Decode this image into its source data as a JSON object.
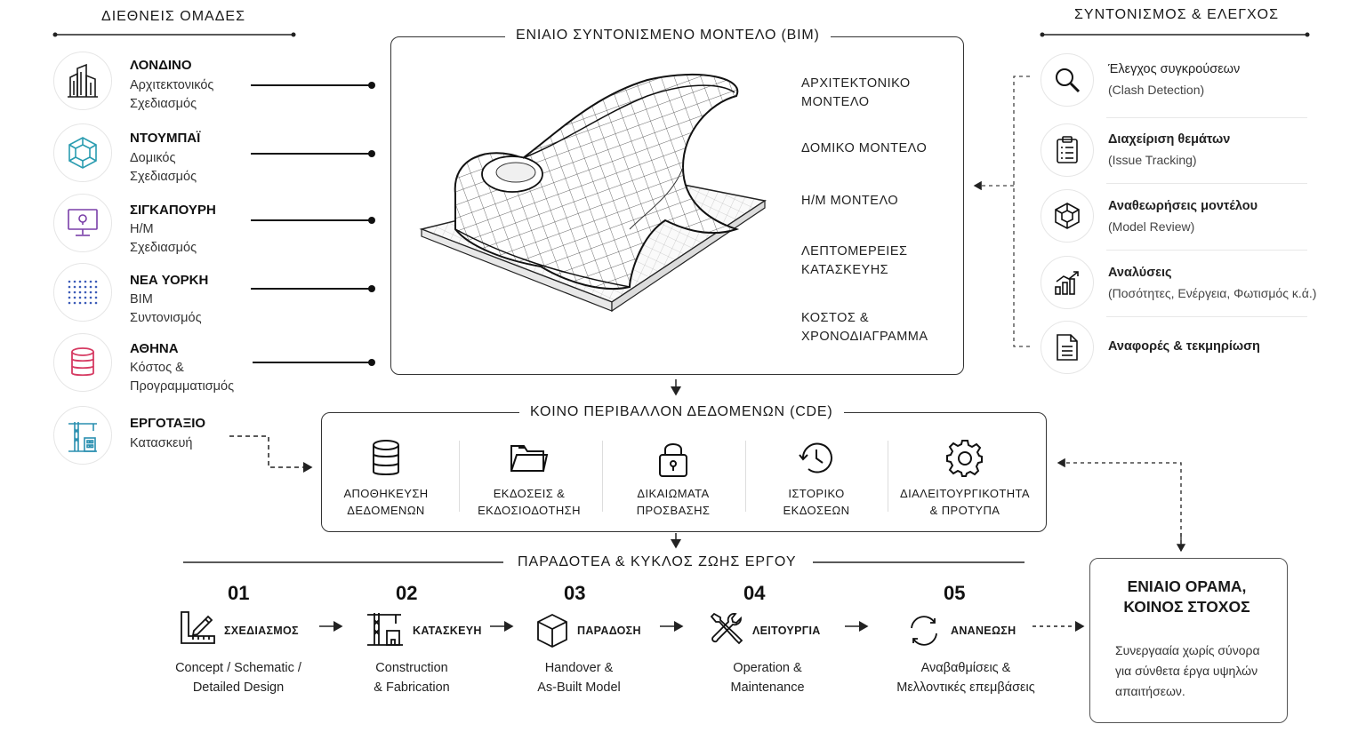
{
  "teams": {
    "title": "ΔΙΕΘΝΕΙΣ ΟΜΑΔΕΣ",
    "items": [
      {
        "city": "ΛΟΝΔΙΝΟ",
        "role": "Αρχιτεκτονικός\nΣχεδιασμός",
        "icon": "buildings-icon",
        "color": "#1a1a1a"
      },
      {
        "city": "ΝΤΟΥΜΠΑΪ",
        "role": "Δομικός\nΣχεδιασμός",
        "icon": "cube-icon",
        "color": "#2a9cb0"
      },
      {
        "city": "ΣΙΓΚΑΠΟΥΡΗ",
        "role": "Η/Μ\nΣχεδιασμός",
        "icon": "monitor-icon",
        "color": "#7a3fa8"
      },
      {
        "city": "ΝΕΑ ΥΟΡΚΗ",
        "role": "BIM\nΣυντονισμός",
        "icon": "dot-grid-icon",
        "color": "#3b5bb8"
      },
      {
        "city": "ΑΘΗΝΑ",
        "role": "Κόστος &\nΠρογραμματισμός",
        "icon": "database-icon",
        "color": "#d63a62"
      },
      {
        "city": "ΕΡΓΟΤΑΞΙΟ",
        "role": "Κατασκευή",
        "icon": "crane-icon",
        "color": "#2a8fb0"
      }
    ]
  },
  "bim": {
    "title": "ΕΝΙΑΙΟ ΣΥΝΤΟΝΙΣΜΕΝΟ ΜΟΝΤΕΛΟ (BIM)",
    "layers": [
      "ΑΡΧΙΤΕΚΤΟΝΙΚΟ\nΜΟΝΤΕΛΟ",
      "ΔΟΜΙΚΟ ΜΟΝΤΕΛΟ",
      "Η/Μ ΜΟΝΤΕΛΟ",
      "ΛΕΠΤΟΜΕΡΕΙΕΣ\nΚΑΤΑΣΚΕΥΗΣ",
      "ΚΟΣΤΟΣ &\nΧΡΟΝΟΔΙΑΓΡΑΜΜΑ"
    ]
  },
  "coordination": {
    "title": "ΣΥΝΤΟΝΙΣΜΟΣ & ΕΛΕΓΧΟΣ",
    "items": [
      {
        "label": "Έλεγχος συγκρούσεων",
        "sub": "(Clash Detection)",
        "icon": "magnifier-icon"
      },
      {
        "label": "Διαχείριση θεμάτων",
        "sub": "(Issue Tracking)",
        "icon": "clipboard-icon"
      },
      {
        "label": "Αναθεωρήσεις μοντέλου",
        "sub": "(Model Review)",
        "icon": "cube-icon"
      },
      {
        "label": "Αναλύσεις",
        "sub": "(Ποσότητες, Ενέργεια, Φωτισμός κ.ά.)",
        "icon": "chart-icon"
      },
      {
        "label": "Αναφορές & τεκμηρίωση",
        "sub": "",
        "icon": "document-icon"
      }
    ]
  },
  "cde": {
    "title": "ΚΟΙΝΟ ΠΕΡΙΒΑΛΛΟΝ ΔΕΔΟΜΕΝΩΝ (CDE)",
    "items": [
      {
        "label": "ΑΠΟΘΗΚΕΥΣΗ\nΔΕΔΟΜΕΝΩΝ",
        "icon": "database-icon"
      },
      {
        "label": "ΕΚΔΟΣΕΙΣ &\nΕΚΔΟΣΙΟΔΟΤΗΣΗ",
        "icon": "folder-icon"
      },
      {
        "label": "ΔΙΚΑΙΩΜΑΤΑ\nΠΡΟΣΒΑΣΗΣ",
        "icon": "lock-icon"
      },
      {
        "label": "ΙΣΤΟΡΙΚΟ\nΕΚΔΟΣΕΩΝ",
        "icon": "history-icon"
      },
      {
        "label": "ΔΙΑΛΕΙΤΟΥΡΓΙΚΟΤΗΤΑ\n& ΠΡΟΤΥΠΑ",
        "icon": "gear-icon"
      }
    ]
  },
  "lifecycle": {
    "title": "ΠΑΡΑΔΟΤΕΑ & ΚΥΚΛΟΣ ΖΩΗΣ ΕΡΓΟΥ",
    "phases": [
      {
        "num": "01",
        "name": "ΣΧΕΔΙΑΣΜΟΣ",
        "desc": "Concept / Schematic /\nDetailed Design",
        "icon": "design-tools-icon"
      },
      {
        "num": "02",
        "name": "ΚΑΤΑΣΚΕΥΗ",
        "desc": "Construction\n& Fabrication",
        "icon": "crane-icon"
      },
      {
        "num": "03",
        "name": "ΠΑΡΑΔΟΣΗ",
        "desc": "Handover &\nAs-Built Model",
        "icon": "box-icon"
      },
      {
        "num": "04",
        "name": "ΛΕΙΤΟΥΡΓΙΑ",
        "desc": "Operation &\nMaintenance",
        "icon": "tools-icon"
      },
      {
        "num": "05",
        "name": "ΑΝΑΝΕΩΣΗ",
        "desc": "Αναβαθμίσεις &\nΜελλοντικές επεμβάσεις",
        "icon": "refresh-icon"
      }
    ]
  },
  "vision": {
    "title": "ΕΝΙΑΙΟ ΟΡΑΜΑ,\nΚΟΙΝΟΣ ΣΤΟΧΟΣ",
    "text": "Συνεργααία χωρίς σύνορα\nγια σύνθετα έργα υψηλών\nαπαιτήσεων."
  }
}
